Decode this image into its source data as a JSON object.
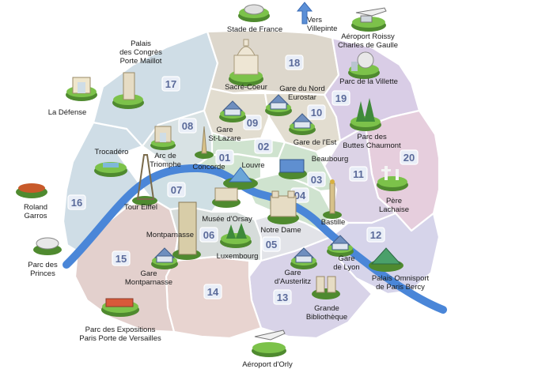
{
  "colors": {
    "river": "#4a86d8",
    "periphery": "#ffffff",
    "d16": "#cfdde6",
    "d17": "#cfdde6",
    "d08": "#d8e2e4",
    "d18": "#ddd7cc",
    "d09": "#e2ddd0",
    "d10": "#e2ddd0",
    "d19": "#d9cde6",
    "d20": "#e6cedd",
    "d11": "#dcd3e6",
    "d12": "#d6d4ea",
    "d13": "#d8d3e8",
    "d14": "#e8d4d0",
    "d15": "#e3d0cd",
    "d05": "#e2e3e8",
    "d06": "#d6dcda",
    "d07": "#cfdfe4",
    "d01": "#cfe3cf",
    "d02": "#cfe3cf",
    "d03": "#cfe3cf",
    "d04": "#cfe3cf"
  },
  "districts": [
    "01",
    "02",
    "03",
    "04",
    "05",
    "06",
    "07",
    "08",
    "09",
    "10",
    "11",
    "12",
    "13",
    "14",
    "15",
    "16",
    "17",
    "18",
    "19",
    "20"
  ],
  "landmarks": {
    "stade": "Stade de France",
    "villepinte": "Vers\nVillepinte",
    "roissy": "Aéroport Roissy\nCharles de Gaulle",
    "congres": "Palais\ndes Congrès\nPorte Maillot",
    "defense": "La Défense",
    "sacre": "Sacré-Coeur",
    "gare_nord": "Gare du Nord\nEurostar",
    "villette": "Parc de la Villette",
    "st_lazare": "Gare\nSt-Lazare",
    "gare_est": "Gare de l'Est",
    "buttes": "Parc des\nButtes Chaumont",
    "trocadero": "Trocadéro",
    "arc": "Arc de\nTriomphe",
    "concorde": "Concorde",
    "louvre": "Louvre",
    "beaubourg": "Beaubourg",
    "roland": "Roland\nGarros",
    "tour": "Tour Eiffel",
    "orsay": "Musée d'Orsay",
    "pere": "Père\nLachaise",
    "bastille": "Bastille",
    "notre_dame": "Notre Dame",
    "montparnasse": "Montparnasse",
    "luxembourg": "Luxembourg",
    "gare_lyon": "Gare\nde Lyon",
    "bercy": "Palais Omnisport\nde Paris Bercy",
    "princes": "Parc des\nPrinces",
    "gare_montparnasse": "Gare\nMontparnasse",
    "gare_austerlitz": "Gare\nd'Austerlitz",
    "bibliotheque": "Grande\nBibliothèque",
    "expositions": "Parc des Expositions\nParis Porte de Versailles",
    "orly": "Aéroport d'Orly"
  }
}
